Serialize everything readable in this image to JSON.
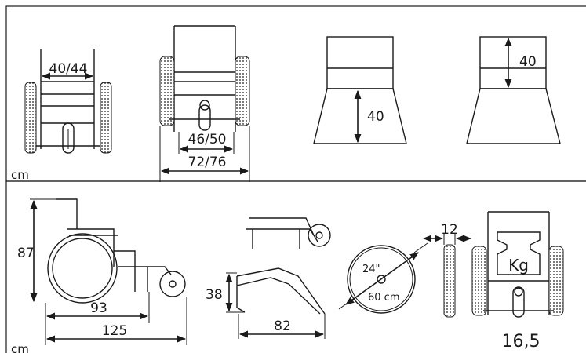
{
  "top_panel": {
    "unit": "cm",
    "front_width_seat": "40/44",
    "front_width_inner": "46/50",
    "front_width_total": "72/76",
    "seat_depth": "40",
    "back_height": "40"
  },
  "bottom_panel": {
    "unit": "cm",
    "side_height": "87",
    "side_length_short": "93",
    "side_length_total": "125",
    "folded_height": "38",
    "folded_length": "82",
    "wheel_inch": "24\"",
    "wheel_cm": "60 cm",
    "tire_width": "12",
    "weight_symbol": "Kg",
    "weight_value": "16,5"
  }
}
